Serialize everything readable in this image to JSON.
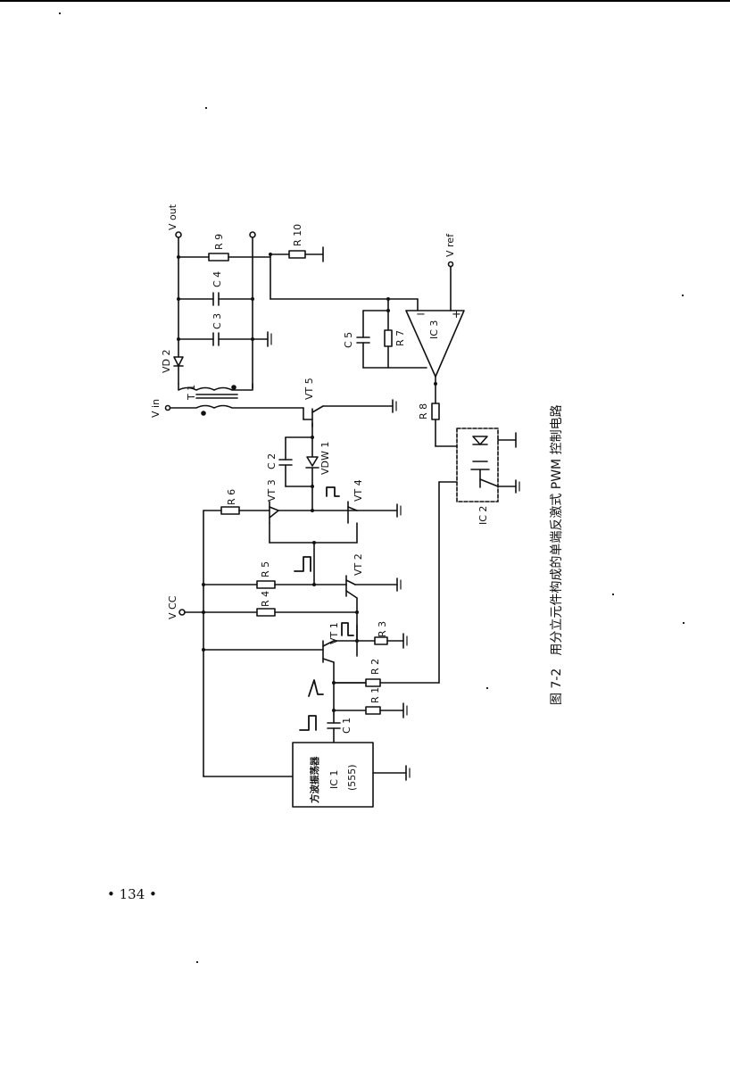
{
  "figure": {
    "caption": "图 7-2　用分立元件构成的单端反激式 PWM 控制电路",
    "labels": {
      "vout": "V out",
      "vin": "V in",
      "vcc": "V CC",
      "vref": "V ref",
      "t1": "T 1",
      "vd2": "VD 2",
      "c3": "C 3",
      "c4": "C 4",
      "r9": "R 9",
      "r10": "R 10",
      "vt5": "VT 5",
      "c5": "C 5",
      "r7": "R 7",
      "ic3": "IC 3",
      "r8": "R 8",
      "ic2": "IC 2",
      "c2": "C 2",
      "vdw1": "VDW 1",
      "r6": "R 6",
      "vt3": "VT 3",
      "vt4": "VT 4",
      "vt2": "VT 2",
      "r5": "R 5",
      "r4": "R 4",
      "vt1": "VT 1",
      "r3": "R 3",
      "r2": "R 2",
      "r1": "R 1",
      "c1": "C 1",
      "ic1_line1": "方波振荡器",
      "ic1_line2": "IC 1",
      "ic1_line3": "(555)",
      "minus": "−",
      "plus": "+"
    }
  },
  "page_number": "• 134 •"
}
